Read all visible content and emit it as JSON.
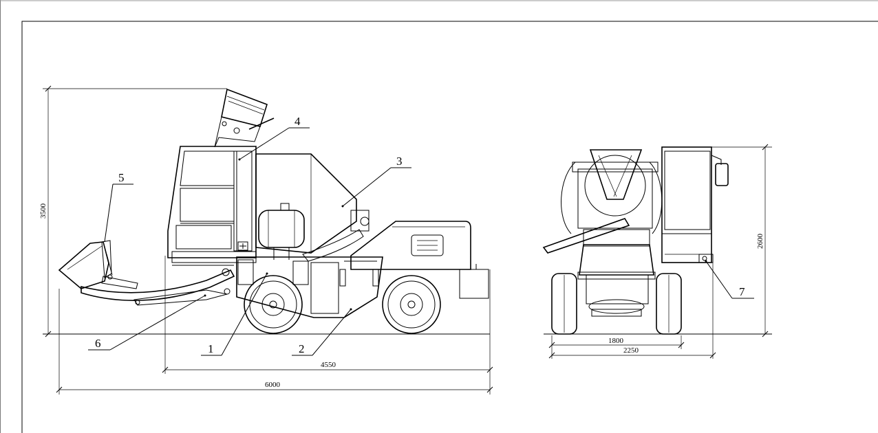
{
  "drawing": {
    "dimensions": {
      "total_length": "6000",
      "wheelbase_span": "4550",
      "overall_height": "3500",
      "side_height": "2600",
      "track_width": "1800",
      "overall_width": "2250"
    },
    "callouts": [
      "1",
      "2",
      "3",
      "4",
      "5",
      "6",
      "7"
    ]
  }
}
